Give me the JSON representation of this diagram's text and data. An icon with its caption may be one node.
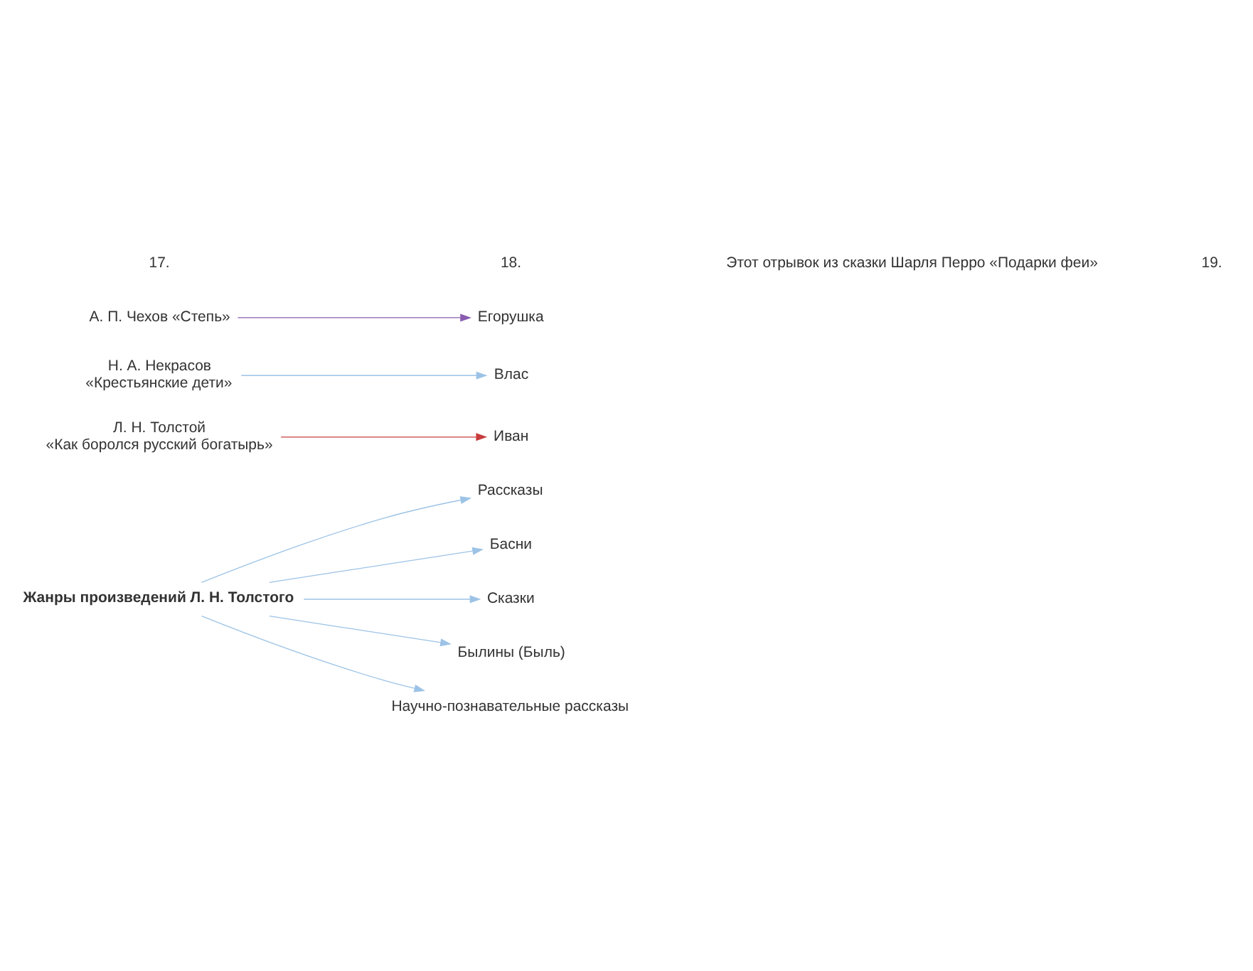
{
  "diagram": {
    "nodes": [
      {
        "text": [
          "Жанры произведений Л. Н. Толстого"
        ]
      },
      {
        "text": [
          "Рассказы"
        ]
      },
      {
        "text": [
          "Басни"
        ]
      },
      {
        "text": [
          "Сказки"
        ]
      },
      {
        "text": [
          "Былины (Быль)"
        ]
      },
      {
        "text": [
          "Научно-познавательные рассказы"
        ]
      },
      {
        "text": [
          "Л. Н. Толстой",
          "«Как боролся русский богатырь»"
        ]
      },
      {
        "text": [
          "Н. А. Некрасов",
          "«Крестьянские дети»"
        ]
      },
      {
        "text": [
          "А. П. Чехов «Степь»"
        ]
      },
      {
        "text": [
          "Егорушка"
        ]
      },
      {
        "text": [
          "Влас"
        ]
      },
      {
        "text": [
          "Иван"
        ]
      }
    ],
    "edges": [
      {
        "from": 0,
        "to": 1,
        "arrow": "to"
      },
      {
        "from": 0,
        "to": 2,
        "arrow": "to"
      },
      {
        "from": 0,
        "to": 3,
        "arrow": "to"
      },
      {
        "from": 0,
        "to": 4,
        "arrow": "to"
      },
      {
        "from": 0,
        "to": 5,
        "arrow": "to"
      },
      {
        "from": 6,
        "to": 11,
        "arrow": "to",
        "color": "#c83c3c"
      },
      {
        "from": 7,
        "to": 10,
        "arrow": "to"
      },
      {
        "from": 8,
        "to": 9,
        "arrow": "to",
        "color": "#8a5cb0"
      }
    ],
    "labels": [
      "17.",
      "18.",
      "Этот отрывок из сказки Шарля Перро «Подарки феи»",
      "19."
    ]
  }
}
